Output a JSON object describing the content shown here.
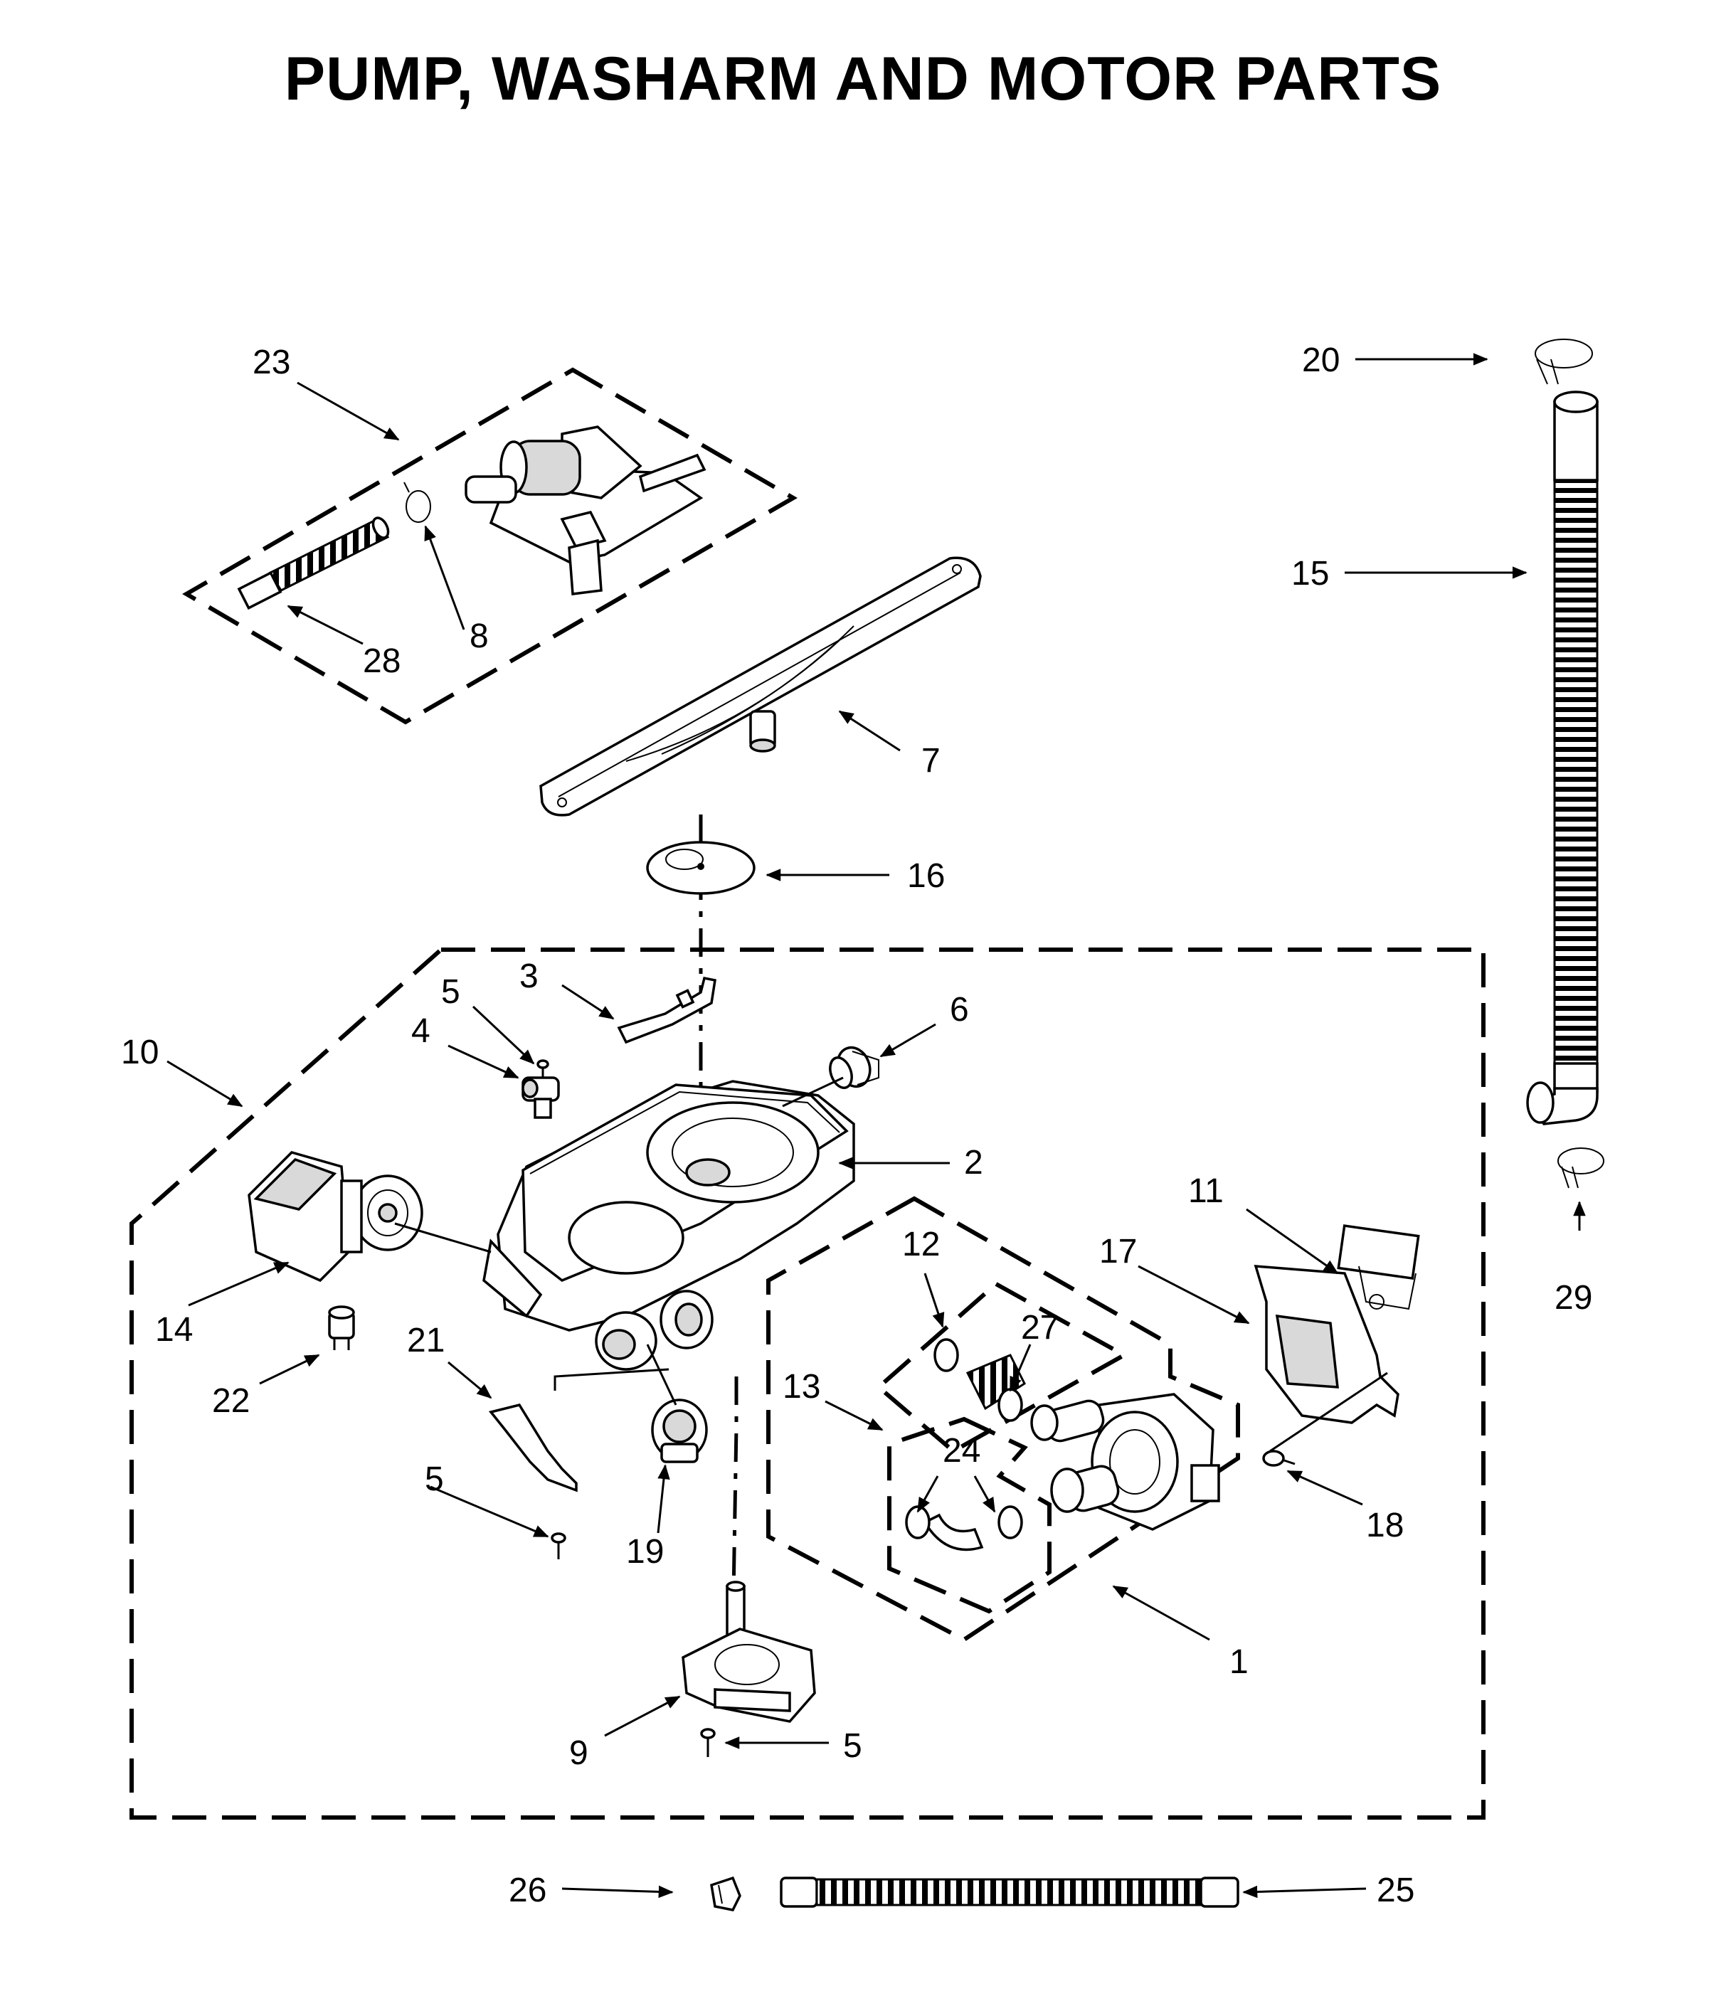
{
  "title": "PUMP, WASHARM AND MOTOR PARTS",
  "callouts": {
    "c1": "1",
    "c2": "2",
    "c3": "3",
    "c4": "4",
    "c5a": "5",
    "c5b": "5",
    "c5c": "5",
    "c6": "6",
    "c7": "7",
    "c8": "8",
    "c9": "9",
    "c10": "10",
    "c11": "11",
    "c12": "12",
    "c13": "13",
    "c14": "14",
    "c15": "15",
    "c16": "16",
    "c17": "17",
    "c18": "18",
    "c19": "19",
    "c20": "20",
    "c21": "21",
    "c22": "22",
    "c23": "23",
    "c24": "24",
    "c25": "25",
    "c26": "26",
    "c27": "27",
    "c28": "28",
    "c29": "29"
  }
}
